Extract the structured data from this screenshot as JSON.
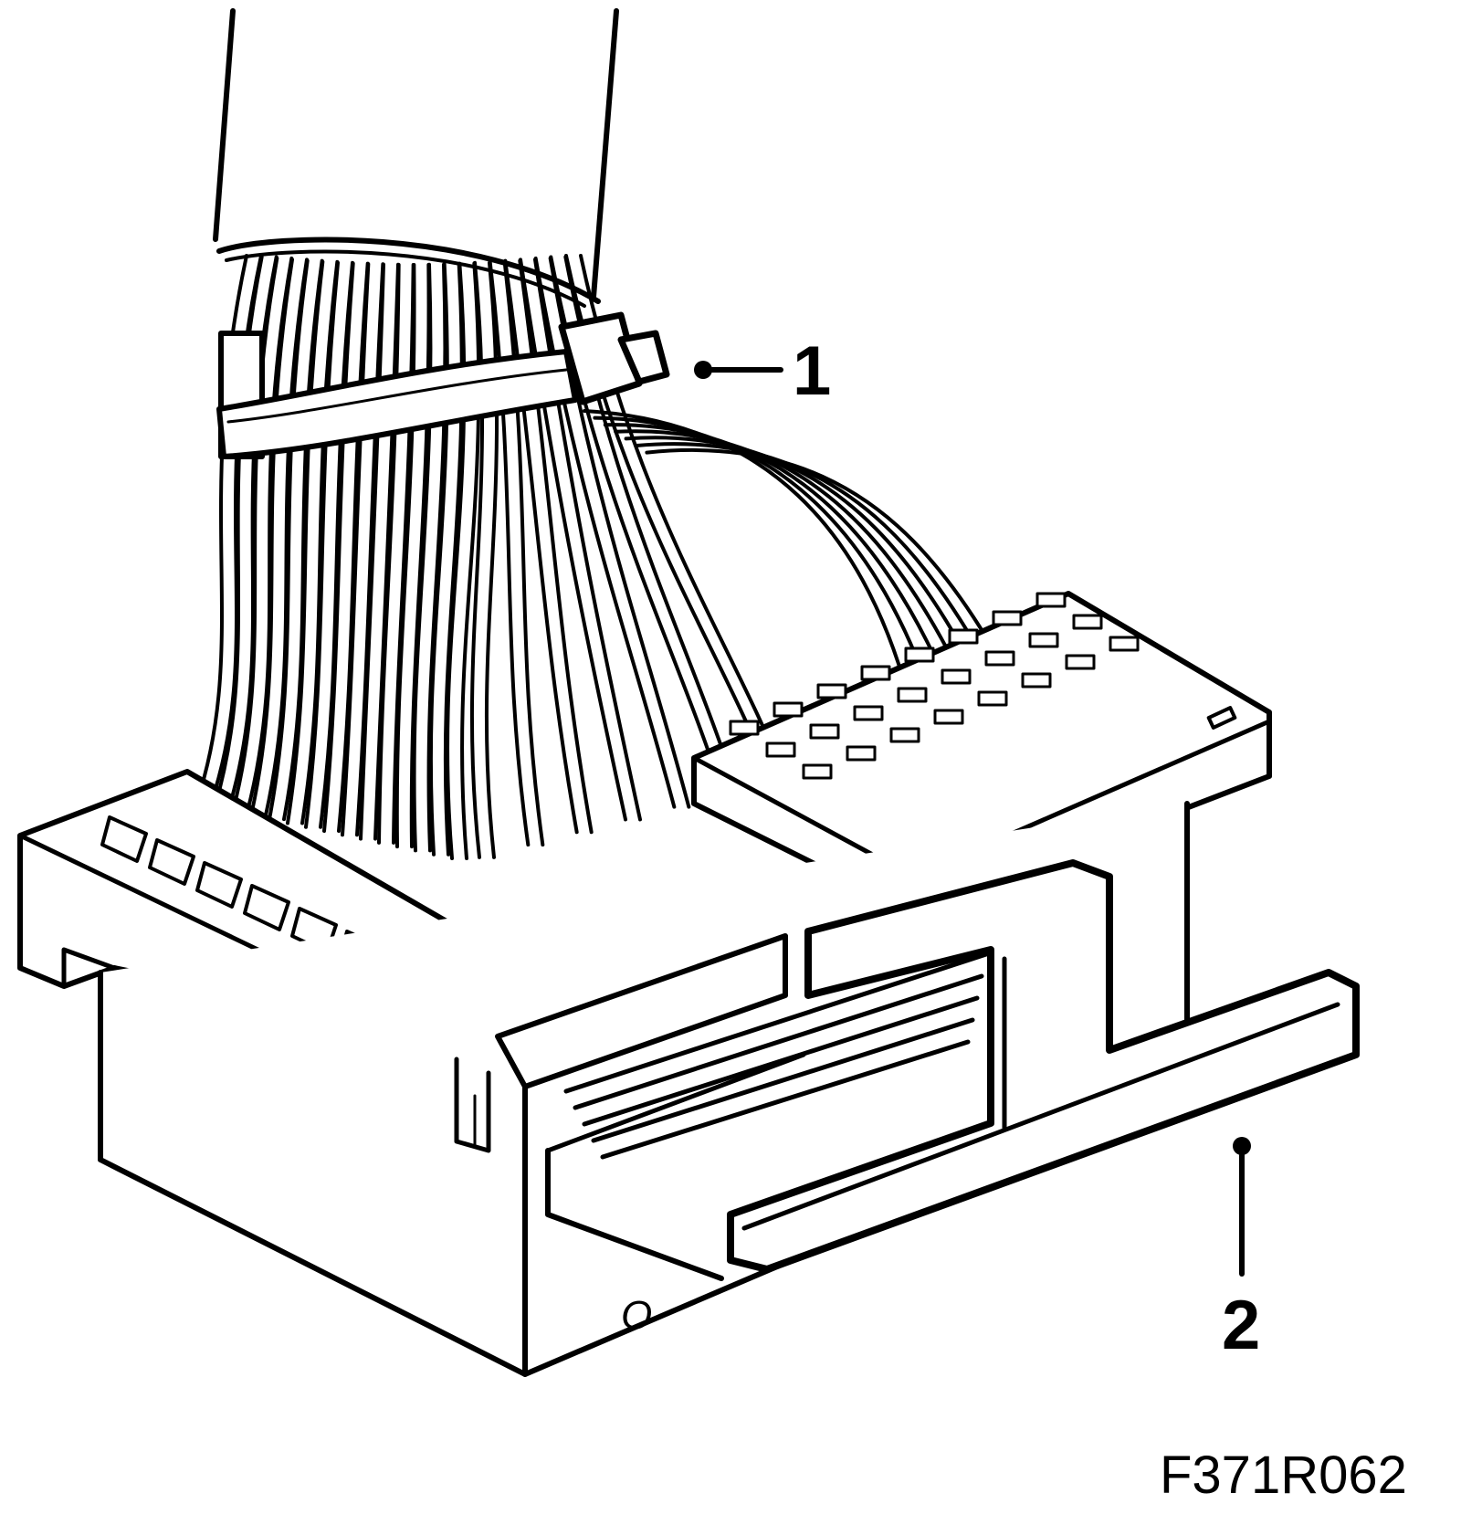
{
  "figure": {
    "callouts": [
      {
        "number": "1",
        "part": "cable-tie"
      },
      {
        "number": "2",
        "part": "connector-locking-slide"
      }
    ],
    "figure_code": "F371R062",
    "housing_mark": "O",
    "colors": {
      "ink": "#000000",
      "paper": "#ffffff"
    }
  }
}
